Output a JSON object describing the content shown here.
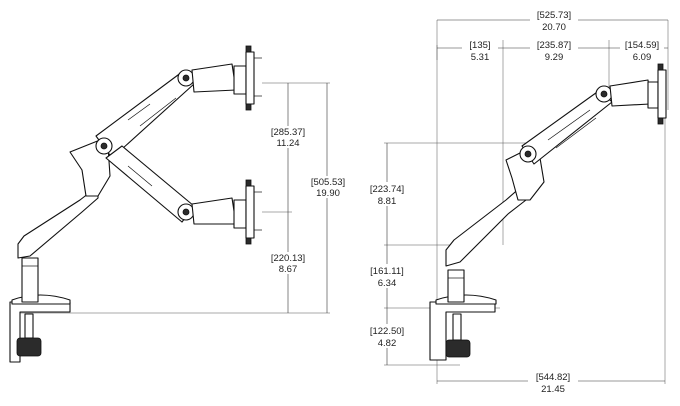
{
  "left_view": {
    "dim_upper_arm": {
      "mm": "[285.37]",
      "in": "11.24"
    },
    "dim_lower_arm": {
      "mm": "[220.13]",
      "in": "8.67"
    },
    "dim_total_height": {
      "mm": "[505.53]",
      "in": "19.90"
    }
  },
  "right_view": {
    "dim_top_overall": {
      "mm": "[525.73]",
      "in": "20.70"
    },
    "dim_top_a": {
      "mm": "[135]",
      "in": "5.31"
    },
    "dim_top_b": {
      "mm": "[235.87]",
      "in": "9.29"
    },
    "dim_top_c": {
      "mm": "[154.59]",
      "in": "6.09"
    },
    "dim_arm_height": {
      "mm": "[223.74]",
      "in": "8.81"
    },
    "dim_post_height": {
      "mm": "[161.11]",
      "in": "6.34"
    },
    "dim_clamp_height": {
      "mm": "[122.50]",
      "in": "4.82"
    },
    "dim_bottom_overall": {
      "mm": "[544.82]",
      "in": "21.45"
    }
  }
}
